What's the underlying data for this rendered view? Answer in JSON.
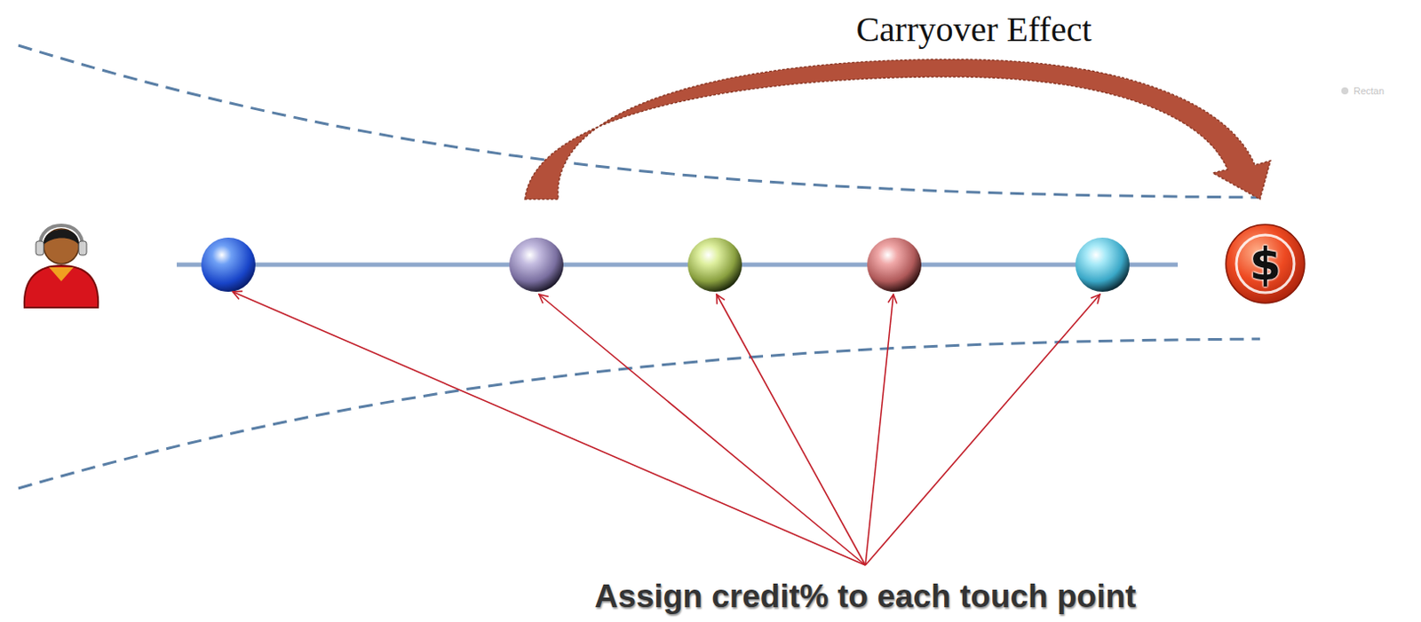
{
  "diagram": {
    "labels": [
      "Carryover Effect",
      "$",
      "Assign credit% to each touch point",
      "Rectan"
    ]
  }
}
